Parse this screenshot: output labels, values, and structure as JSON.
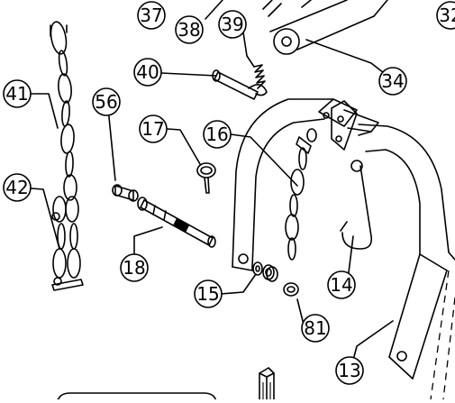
{
  "labels": {
    "b37": "37",
    "b38": "38",
    "b39": "39",
    "b32": "32",
    "b40": "40",
    "b34": "34",
    "b41": "41",
    "b56": "56",
    "b17": "17",
    "b16": "16",
    "b42": "42",
    "b18": "18",
    "b14": "14",
    "b15": "15",
    "b81": "81",
    "b13": "13"
  }
}
